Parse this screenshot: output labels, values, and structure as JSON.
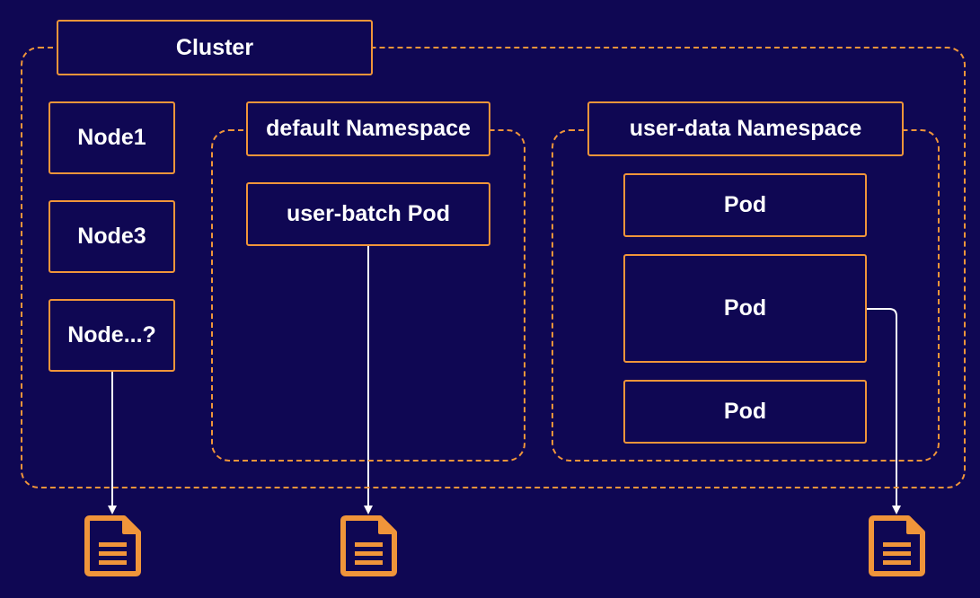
{
  "colors": {
    "background": "#0f0753",
    "accent": "#f0953a",
    "text": "#ffffff",
    "connector": "#ffffff"
  },
  "cluster": {
    "label": "Cluster"
  },
  "nodes": [
    {
      "label": "Node1"
    },
    {
      "label": "Node3"
    },
    {
      "label": "Node...?"
    }
  ],
  "default_namespace": {
    "label": "default Namespace",
    "pod": "user-batch Pod"
  },
  "user_data_namespace": {
    "label": "user-data Namespace",
    "pods": [
      "Pod",
      "Pod",
      "Pod"
    ]
  },
  "icons": [
    "document-icon",
    "document-icon",
    "document-icon"
  ]
}
